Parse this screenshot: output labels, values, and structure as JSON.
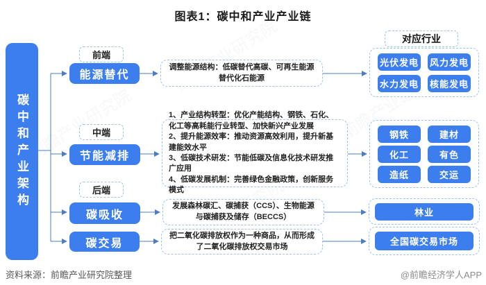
{
  "title": "图表1：碳中和产业产业链",
  "root_label": "碳中和产业架构",
  "right_header": "对应行业",
  "rows": [
    {
      "stage": "前端",
      "node": "能源替代",
      "desc": "调整能源结构：低碳替代高碳、可再生能源替代化石能源",
      "industries": [
        "光伏发电",
        "风力发电",
        "水力发电",
        "核能发电"
      ]
    },
    {
      "stage": "中端",
      "node": "节能减排",
      "desc_lines": [
        "1、产业结构转型：优化产能结构、钢铁、石化、化工等高耗能行业转型、加快新兴产业发展",
        "2、提升能源效率：推动资源高效利用，提升新基建能效水平",
        "3、低碳技术研发：节能低碳及信息化技术研发推广应用",
        "4、低碳发展机制：完善绿色金融政策，创新服务模式"
      ],
      "industries": [
        "钢铁",
        "建材",
        "化工",
        "有色",
        "造纸",
        "交运"
      ]
    },
    {
      "stage": "后端",
      "node": "碳吸收",
      "desc": "发展森林碳汇、碳捕获（CCS）、生物能源与碳捕获及储存（BECCS）",
      "industries": [
        "林业"
      ]
    },
    {
      "node": "碳交易",
      "desc": "把二氧化碳排放权作为一种商品，从而形成了二氧化碳排放权交易市场",
      "industries": [
        "全国碳交易市场"
      ]
    }
  ],
  "footer": {
    "source": "资料来源：前瞻产业研究院整理",
    "credit": "@前瞻经济学人APP"
  },
  "watermark": "前瞻产业研究院",
  "colors": {
    "node_blue": "#3d7eef",
    "dashed_border": "#9dc3e6",
    "connector": "#4a7cc7"
  }
}
